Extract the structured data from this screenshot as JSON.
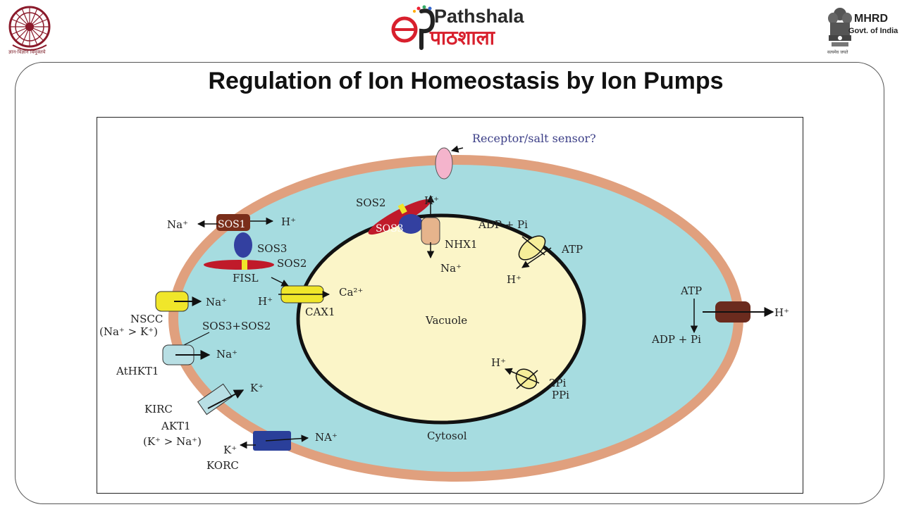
{
  "header": {
    "left_logo": {
      "icon": "ugc-wheel-icon",
      "caption": "ज्ञान-विज्ञान विमुक्तये",
      "color": "#8b1a2b"
    },
    "center_logo": {
      "icon": "epathshala-logo-icon",
      "name_en": "Pathshala",
      "name_hi": "पाठशाला"
    },
    "right_logo": {
      "icon": "ashoka-emblem-icon",
      "title": "MHRD",
      "subtitle": "Govt. of India",
      "caption": "सत्यमेव जयते"
    }
  },
  "slide": {
    "title": "Regulation of Ion Homeostasis by Ion Pumps"
  },
  "diagram": {
    "colors": {
      "membrane": "#e0a07e",
      "cytosol": "#a6dce0",
      "vacuole": "#fbf5c8",
      "sos1": "#7a2e1a",
      "sos2": "#c01a2a",
      "sos3": "#3340a0",
      "channel_yellow": "#f0e62a",
      "pump_right": "#6b2b1e",
      "korc": "#2a3f9a",
      "sensor": "#f4b4cc"
    },
    "labels": {
      "sensor": "Receptor/salt sensor?",
      "sos2_top": "SOS2",
      "h_top": "H⁺",
      "sos3_top": "SOS3",
      "nhx1": "NHX1",
      "na_vac": "Na⁺",
      "adp_pi_top": "ADP + Pi",
      "atp_top": "ATP",
      "h_vac_atpase": "H⁺",
      "na_sos1": "Na⁺",
      "sos1": "SOS1",
      "h_sos1": "H⁺",
      "sos3_left": "SOS3",
      "sos2_left": "SOS2",
      "fisl": "FISL",
      "ca": "Ca²⁺",
      "h_cax": "H⁺",
      "cax1": "CAX1",
      "na_nscc": "Na⁺",
      "nscc": "NSCC",
      "nscc_sel": "(Na⁺ > K⁺)",
      "sos3_sos2": "SOS3+SOS2",
      "na_hkt": "Na⁺",
      "athkt1": "AtHKT1",
      "vacuole": "Vacuole",
      "atp_right": "ATP",
      "adp_pi_right": "ADP + Pi",
      "h_right": "H⁺",
      "h_ppase": "H⁺",
      "pi2": "2Pi",
      "ppi": "PPi",
      "k_kirc": "K⁺",
      "kirc": "KIRC",
      "akt1": "AKT1",
      "akt1_sel": "(K⁺ > Na⁺)",
      "k_korc": "K⁺",
      "korc": "KORC",
      "na_korc": "NA⁺",
      "cytosol": "Cytosol"
    }
  }
}
